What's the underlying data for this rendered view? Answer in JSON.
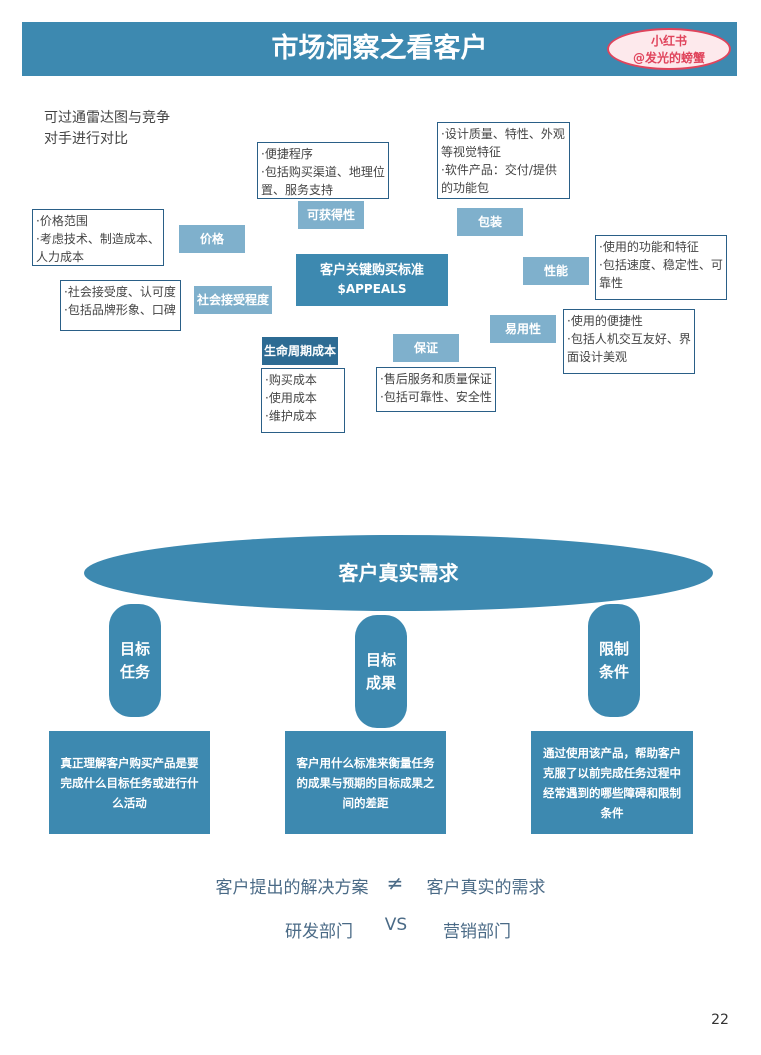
{
  "header": {
    "title": "市场洞察之看客户",
    "watermark_line1": "小红书",
    "watermark_line2": "@发光的螃蟹"
  },
  "intro": "可过通雷达图与竞争对手进行对比",
  "appeals": {
    "center_line1": "客户关键购买标准",
    "center_line2": "$APPEALS",
    "price": {
      "label": "价格",
      "items": [
        "·价格范围",
        "·考虑技术、制造成本、",
        "人力成本"
      ]
    },
    "availability": {
      "label": "可获得性",
      "items": [
        "·便捷程序",
        "·包括购买渠道、地理位",
        "置、服务支持"
      ]
    },
    "packaging": {
      "label": "包装",
      "items": [
        "·设计质量、特性、外观",
        "等视觉特征",
        "·软件产品：交付/提供",
        "的功能包"
      ]
    },
    "performance": {
      "label": "性能",
      "items": [
        "·使用的功能和特征",
        "·包括速度、稳定性、可",
        "靠性"
      ]
    },
    "ease_of_use": {
      "label": "易用性",
      "items": [
        "·使用的便捷性",
        "·包括人机交互友好、界",
        "面设计美观"
      ]
    },
    "assurance": {
      "label": "保证",
      "items": [
        "·售后服务和质量保证",
        "·包括可靠性、安全性"
      ]
    },
    "lifecycle_cost": {
      "label": "生命周期成本",
      "items": [
        "·购买成本",
        "·使用成本",
        "·维护成本"
      ]
    },
    "social_acceptance": {
      "label": "社会接受程度",
      "items": [
        "·社会接受度、认可度",
        "·包括品牌形象、口碑"
      ]
    }
  },
  "needs": {
    "title": "客户真实需求",
    "pillars": [
      {
        "line1": "目标",
        "line2": "任务",
        "desc": "真正理解客户购买产品是要完成什么目标任务或进行什么活动"
      },
      {
        "line1": "目标",
        "line2": "成果",
        "desc": "客户用什么标准来衡量任务的成果与预期的目标成果之间的差距"
      },
      {
        "line1": "限制",
        "line2": "条件",
        "desc": "通过使用该产品，帮助客户克服了以前完成任务过程中经常遇到的哪些障碍和限制条件"
      }
    ]
  },
  "footer": {
    "row1_left": "客户提出的解决方案",
    "row1_sign": "≠",
    "row1_right": "客户真实的需求",
    "row2_left": "研发部门",
    "row2_sign": "VS",
    "row2_right": "营销部门"
  },
  "page_number": "22"
}
